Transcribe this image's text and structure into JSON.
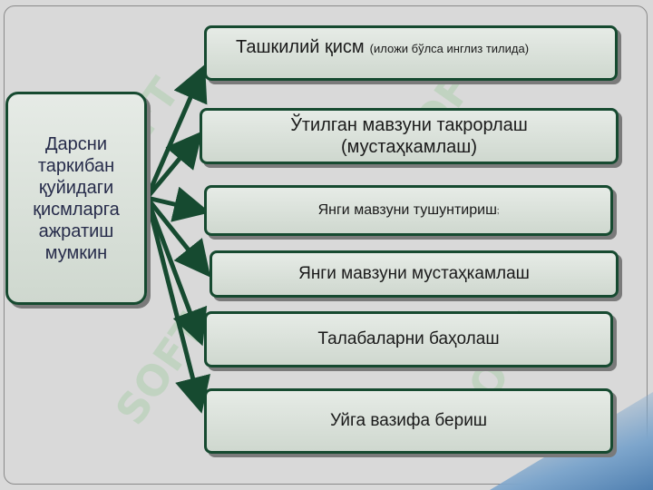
{
  "watermark_text": "SOFT",
  "main_box": {
    "text": "Дарсни\nтаркибан\nқуйидаги\nқисмларга\nажратиш\nмумкин"
  },
  "items": [
    {
      "text": "Ташкилий қисм",
      "note": "(иложи бўлса инглиз тилида)"
    },
    {
      "text": "Ўтилган мавзуни такрорлаш\n(мустаҳкамлаш)"
    },
    {
      "text": "Янги мавзуни тушунтириш",
      "mark": ";"
    },
    {
      "text": "Янги мавзуни мустаҳкамлаш"
    },
    {
      "text": "Талабаларни баҳолаш"
    },
    {
      "text": "Уйга вазифа бериш"
    }
  ],
  "colors": {
    "background": "#d9d9d9",
    "box_border": "#164a30",
    "arrow": "#164a30",
    "main_text": "#262b4a"
  }
}
